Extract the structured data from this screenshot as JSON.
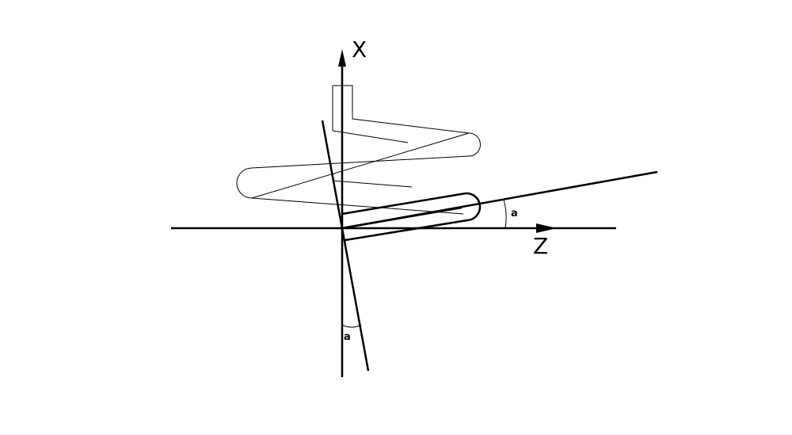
{
  "diagram": {
    "axes": {
      "x_label": "X",
      "z_label": "Z"
    },
    "angles": {
      "vertical_angle_label": "a",
      "horizontal_angle_label": "a"
    },
    "colors": {
      "stroke": "#000000",
      "background": "#ffffff"
    }
  }
}
